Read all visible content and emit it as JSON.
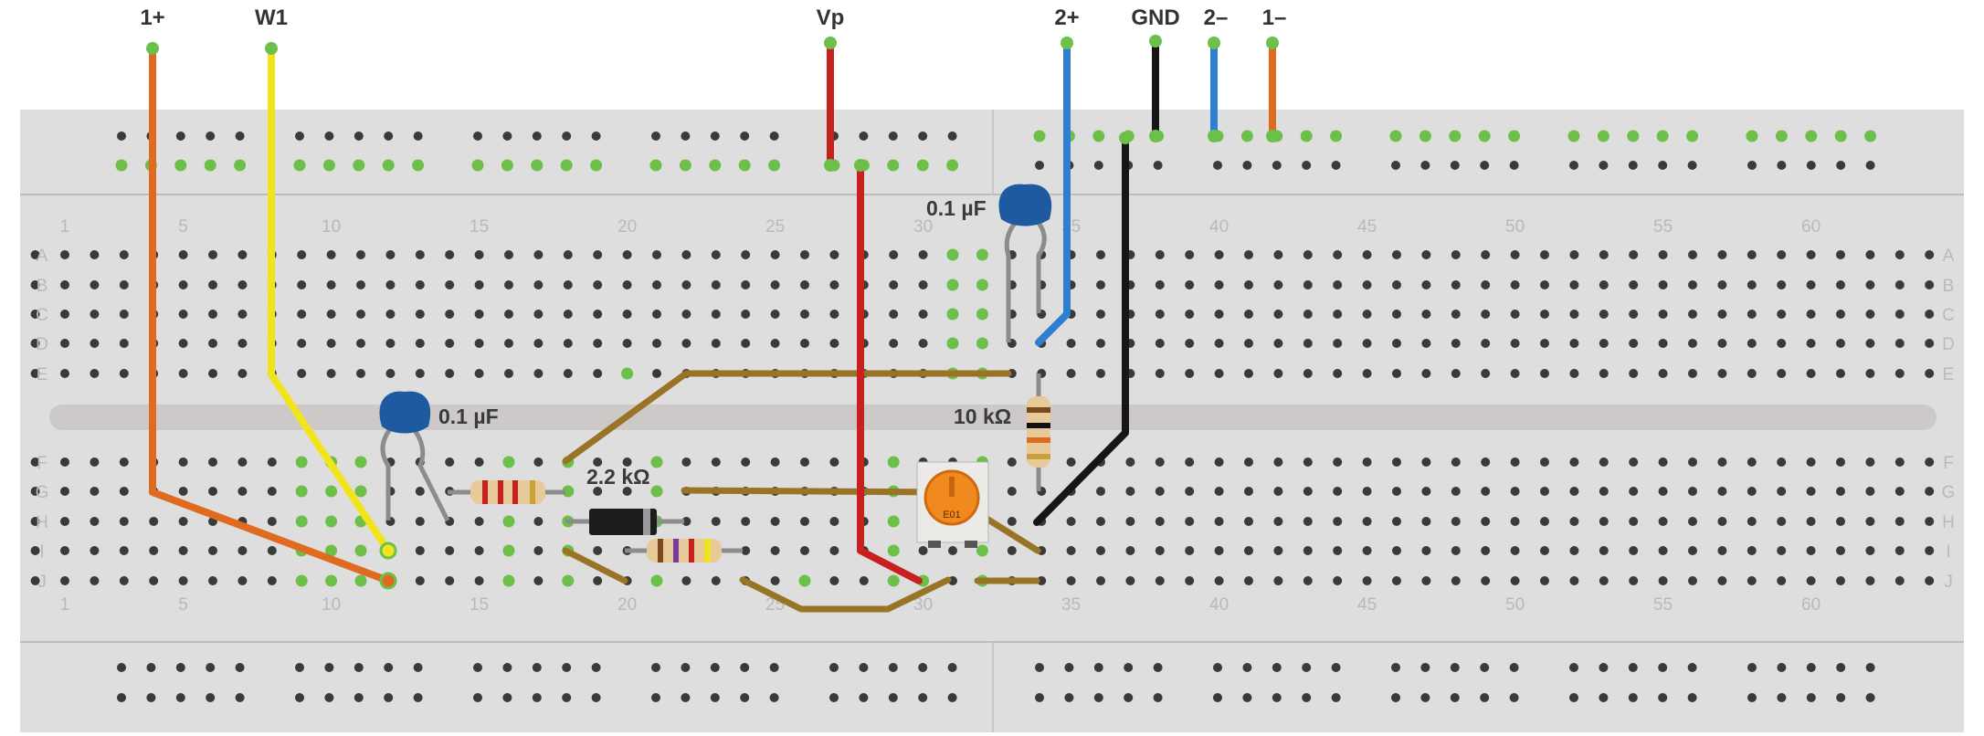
{
  "labels": {
    "top": {
      "p1": "1+",
      "w1": "W1",
      "vp": "Vp",
      "p2": "2+",
      "gnd": "GND",
      "n2": "2–",
      "n1": "1–"
    },
    "cap_top": "0.1 µF",
    "cap_left": "0.1 µF",
    "res_10k": "10 kΩ",
    "res_2k2": "2.2 kΩ",
    "pot_text": "E01"
  },
  "rows": [
    "A",
    "B",
    "C",
    "D",
    "E",
    "F",
    "G",
    "H",
    "I",
    "J"
  ],
  "column_numbers": [
    "1",
    "5",
    "10",
    "15",
    "20",
    "25",
    "30",
    "35",
    "40",
    "45",
    "50",
    "55",
    "60"
  ],
  "colors": {
    "orange": "#e06a1f",
    "yellow": "#f2e41c",
    "red": "#c81f1f",
    "blue": "#2f7fd0",
    "black": "#161616",
    "jumper": "#9a7426",
    "hole": "#3a3a3a",
    "hole_active": "#6cc04a",
    "board": "#dedede"
  }
}
